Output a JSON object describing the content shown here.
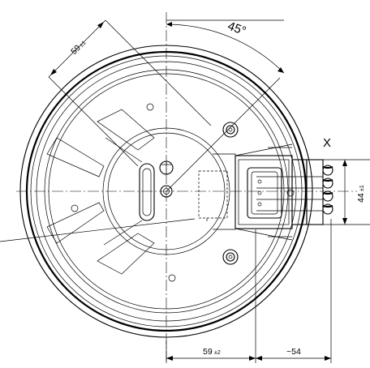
{
  "annotations": {
    "angle": "45°",
    "dim_diag": {
      "value": "59",
      "tol": "±1"
    },
    "dim_height": {
      "value": "44",
      "tol": "±1"
    },
    "dim_bottom_left": {
      "value": "59",
      "tol": "±2"
    },
    "dim_bottom_right": {
      "value": "~54"
    },
    "view_marker": "X"
  },
  "colors": {
    "line": "#000000",
    "background": "#ffffff"
  }
}
